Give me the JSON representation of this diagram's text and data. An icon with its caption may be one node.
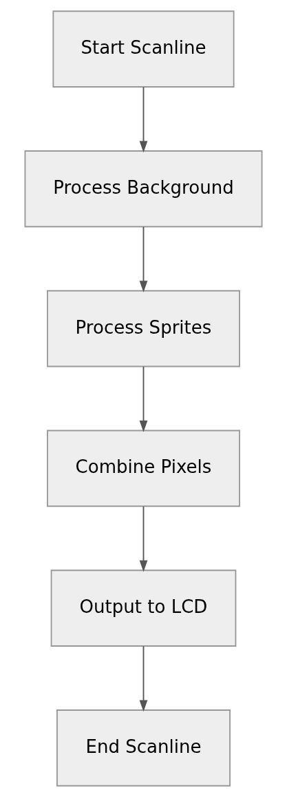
{
  "diagram": {
    "nodes": [
      {
        "text": [
          "Start Scanline"
        ]
      },
      {
        "text": [
          "Process Background"
        ]
      },
      {
        "text": [
          "Process Sprites"
        ]
      },
      {
        "text": [
          "Combine Pixels"
        ]
      },
      {
        "text": [
          "Output to LCD"
        ]
      },
      {
        "text": [
          "End Scanline"
        ]
      }
    ],
    "edges": [
      {
        "from": 0,
        "to": 1,
        "arrow": "to"
      },
      {
        "from": 1,
        "to": 2,
        "arrow": "to"
      },
      {
        "from": 2,
        "to": 3,
        "arrow": "to"
      },
      {
        "from": 3,
        "to": 4,
        "arrow": "to"
      },
      {
        "from": 4,
        "to": 5,
        "arrow": "to"
      }
    ]
  }
}
